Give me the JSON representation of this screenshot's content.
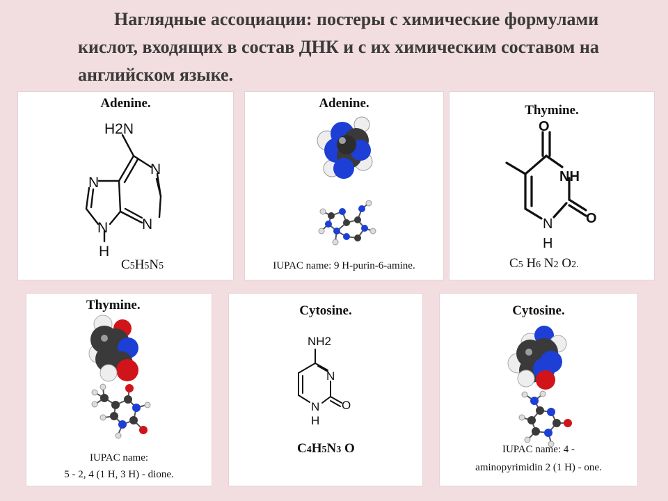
{
  "slide": {
    "title": "Наглядные ассоциации: постеры  с химические формулами кислот, входящих в состав ДНК и с их химическим составом на английском языке."
  },
  "cards": {
    "adenine_structural": {
      "title": "Adenine.",
      "formula": {
        "c": "C",
        "c_n": "5",
        "h": "H",
        "h_n": "5",
        "n": "N",
        "n_n": "5"
      }
    },
    "adenine_models": {
      "title": "Adenine.",
      "caption": "IUPAC name: 9 H-purin-6-amine."
    },
    "thymine_structural": {
      "title": "Thymine.",
      "formula": {
        "c": "C",
        "c_n": "5",
        "h": "H",
        "h_n": "6",
        "n": "N",
        "n_n": "2",
        "o": "O",
        "o_n": "2."
      }
    },
    "thymine_models": {
      "title": "Thymine.",
      "caption_line1": "IUPAC name:",
      "caption_line2": "5 - 2, 4 (1 H, 3 H) - dione."
    },
    "cytosine_structural": {
      "title": "Cytosine.",
      "formula": {
        "c": "C",
        "c_n": "4",
        "h": "H",
        "h_n": "5",
        "n": "N",
        "n_n": "3",
        "o": " O"
      }
    },
    "cytosine_models": {
      "title": "Cytosine.",
      "caption_line1": "IUPAC name: 4 -",
      "caption_line2": "aminopyrimidin 2 (1 H) - one."
    }
  },
  "atom_labels": {
    "N": "N",
    "H": "H",
    "NH": "NH",
    "O": "O",
    "H2N": "H2N",
    "NH2": "NH2"
  },
  "colors": {
    "background": "#f2dde0",
    "card": "#ffffff",
    "carbon": "#3c3c3c",
    "nitrogen": "#1d3fd6",
    "oxygen": "#d0141a",
    "hydrogen": "#e8e8e8"
  }
}
